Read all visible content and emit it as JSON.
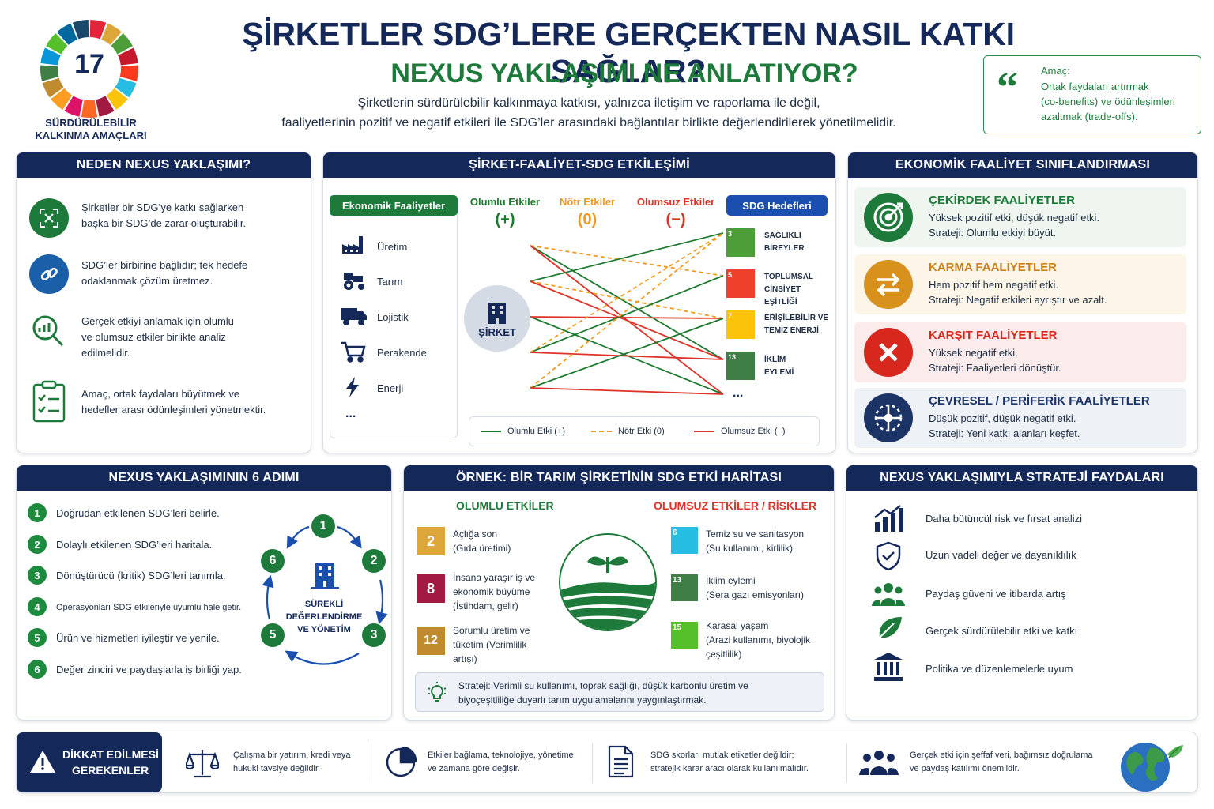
{
  "logo": {
    "number": "17",
    "line1": "SÜRDÜRÜLEBİLİR",
    "line2": "KALKINMA AMAÇLARI"
  },
  "title": "ŞİRKETLER SDG’LERE GERÇEKTEN NASIL KATKI SAĞLAR?",
  "subtitle": "NEXUS YAKLAŞIMI NE ANLATIYOR?",
  "intro": {
    "line1": "Şirketlerin sürdürülebilir kalkınmaya katkısı, yalnızca iletişim ve raporlama ile değil,",
    "line2": "faaliyetlerinin pozitif ve negatif etkileri ile SDG’ler arasındaki bağlantılar birlikte değerlendirilerek yönetilmelidir."
  },
  "goal_box": {
    "title": "Amaç:",
    "line1": "Ortak faydaları artırmak",
    "line2": "(co-benefits) ve ödünleşimleri",
    "line3": "azaltmak (trade-offs)."
  },
  "why": {
    "header": "NEDEN NEXUS YAKLAŞIMI?",
    "items": [
      {
        "icon": "focus-icon",
        "l1": "Şirketler bir SDG’ye katkı sağlarken",
        "l2": "başka bir SDG’de zarar oluşturabilir.",
        "l3": ""
      },
      {
        "icon": "link-icon",
        "l1": "SDG’ler birbirine bağlıdır; tek hedefe",
        "l2": "odaklanmak çözüm üretmez.",
        "l3": ""
      },
      {
        "icon": "analysis-icon",
        "l1": "Gerçek etkiyi anlamak için olumlu",
        "l2": "ve olumsuz etkiler birlikte analiz",
        "l3": "edilmelidir."
      },
      {
        "icon": "clipboard-icon",
        "l1": "Amaç, ortak faydaları büyütmek ve",
        "l2": "hedefler arası ödünleşimleri yönetmektir.",
        "l3": ""
      }
    ]
  },
  "interaction": {
    "header": "ŞİRKET-FAALİYET-SDG ETKİLEŞİMİ",
    "activities_title": "Ekonomik Faaliyetler",
    "activities": [
      "Üretim",
      "Tarım",
      "Lojistik",
      "Perakende",
      "Enerji",
      "..."
    ],
    "positive": "Olumlu Etkiler",
    "positive_sym": "(+)",
    "neutral": "Nötr Etkiler",
    "neutral_sym": "(0)",
    "negative": "Olumsuz Etkiler",
    "negative_sym": "(−)",
    "company": "ŞİRKET",
    "sdg_title": "SDG Hedefleri",
    "sdgs": [
      {
        "l1": "SAĞLIKLI",
        "l2": "BİREYLER",
        "num": "3",
        "color": "#4c9f38"
      },
      {
        "l1": "TOPLUMSAL",
        "l2": "CİNSİYET EŞİTLİĞİ",
        "num": "5",
        "color": "#ef402b"
      },
      {
        "l1": "ERİŞİLEBİLİR VE",
        "l2": "TEMİZ ENERJİ",
        "num": "7",
        "color": "#fcc30b"
      },
      {
        "l1": "İKLİM",
        "l2": "EYLEMİ",
        "num": "13",
        "color": "#3f7e44"
      }
    ],
    "sdg_more": "...",
    "legend": {
      "pos": "Olumlu Etki (+)",
      "neu": "Nötr Etki (0)",
      "neg": "Olumsuz Etki (−)"
    },
    "colors": {
      "pos": "#1e7a2e",
      "neu": "#f39a1e",
      "neg": "#e03226"
    }
  },
  "classification": {
    "header": "EKONOMİK FAALİYET SINIFLANDIRMASI",
    "items": [
      {
        "title": "ÇEKİRDEK FAALİYETLER",
        "d1": "Yüksek pozitif etki, düşük negatif etki.",
        "d2": "Strateji: Olumlu etkiyi büyüt.",
        "icon": "target-icon",
        "color": "#1e7a3a",
        "bg": "#eef6ef"
      },
      {
        "title": "KARMA FAALİYETLER",
        "d1": "Hem pozitif hem negatif etki.",
        "d2": "Strateji: Negatif etkileri ayrıştır ve azalt.",
        "icon": "exchange-icon",
        "color": "#d8911d",
        "bg": "#fdf6e8"
      },
      {
        "title": "KARŞIT FAALİYETLER",
        "d1": "Yüksek negatif etki.",
        "d2": "Strateji: Faaliyetleri dönüştür.",
        "icon": "cross-icon",
        "color": "#d8281e",
        "bg": "#fbeceb"
      },
      {
        "title": "ÇEVRESEL / PERİFERİK FAALİYETLER",
        "d1": "Düşük pozitif, düşük negatif etki.",
        "d2": "Strateji: Yeni katkı alanları keşfet.",
        "icon": "network-icon",
        "color": "#1c3366",
        "bg": "#eef1f6"
      }
    ]
  },
  "steps": {
    "header": "NEXUS YAKLAŞIMININ 6 ADIMI",
    "items": [
      "Doğrudan etkilenen SDG’leri belirle.",
      "Dolaylı etkilenen SDG’leri haritala.",
      "Dönüştürücü (kritik) SDG’leri tanımla.",
      "Operasyonları SDG etkileriyle uyumlu hale getir.",
      "Ürün ve hizmetleri iyileştir ve yenile.",
      "Değer zinciri ve paydaşlarla iş birliği yap."
    ],
    "numbers": [
      "1",
      "2",
      "3",
      "4",
      "5",
      "6"
    ],
    "cycle_l1": "SÜREKLİ",
    "cycle_l2": "DEĞERLENDİRME",
    "cycle_l3": "VE YÖNETİM"
  },
  "example": {
    "header": "ÖRNEK: BİR TARIM ŞİRKETİNİN SDG ETKİ HARİTASI",
    "pos_title": "OLUMLU ETKİLER",
    "neg_title": "OLUMSUZ ETKİLER / RİSKLER",
    "positives": [
      {
        "num": "2",
        "color": "#dda63a",
        "l1": "Açlığa son",
        "l2": "(Gıda üretimi)",
        "l3": ""
      },
      {
        "num": "8",
        "color": "#a21942",
        "l1": "İnsana yaraşır iş ve",
        "l2": "ekonomik büyüme",
        "l3": "(İstihdam, gelir)"
      },
      {
        "num": "12",
        "color": "#bf8b2e",
        "l1": "Sorumlu üretim ve",
        "l2": "tüketim (Verimlilik",
        "l3": "artışı)"
      }
    ],
    "negatives": [
      {
        "num": "6",
        "color": "#26bde2",
        "l1": "Temiz su ve sanitasyon",
        "l2": "(Su kullanımı, kirlilik)",
        "l3": ""
      },
      {
        "num": "13",
        "color": "#3f7e44",
        "l1": "İklim eylemi",
        "l2": "(Sera gazı emisyonları)",
        "l3": ""
      },
      {
        "num": "15",
        "color": "#56c02b",
        "l1": "Karasal yaşam",
        "l2": "(Arazi kullanımı, biyolojik",
        "l3": "çeşitlilik)"
      }
    ],
    "strategy_l1": "Strateji: Verimli su kullanımı, toprak sağlığı, düşük karbonlu üretim ve",
    "strategy_l2": "biyoçeşitliliğe duyarlı tarım uygulamalarını yaygınlaştırmak."
  },
  "benefits": {
    "header": "NEXUS YAKLAŞIMIYLA STRATEJİ FAYDALARI",
    "items": [
      {
        "icon": "growth-chart-icon",
        "text": "Daha bütüncül risk ve fırsat analizi"
      },
      {
        "icon": "shield-icon",
        "text": "Uzun vadeli değer ve dayanıklılık"
      },
      {
        "icon": "people-icon",
        "text": "Paydaş güveni ve itibarda artış"
      },
      {
        "icon": "leaf-icon",
        "text": "Gerçek sürdürülebilir etki ve katkı"
      },
      {
        "icon": "institution-icon",
        "text": "Politika ve düzenlemelerle uyum"
      }
    ]
  },
  "attention": {
    "l1": "DİKKAT EDİLMESİ",
    "l2": "GEREKENLER",
    "items": [
      {
        "icon": "scale-icon",
        "l1": "Çalışma bir yatırım, kredi veya",
        "l2": "hukuki tavsiye değildir."
      },
      {
        "icon": "pie-icon",
        "l1": "Etkiler bağlama, teknolojiye, yönetime",
        "l2": "ve zamana göre değişir."
      },
      {
        "icon": "document-icon",
        "l1": "SDG skorları mutlak etiketler değildir;",
        "l2": "stratejik karar aracı olarak kullanılmalıdır."
      },
      {
        "icon": "group-icon",
        "l1": "Gerçek etki için şeffaf veri, bağımsız doğrulama",
        "l2": "ve paydaş katılımı önemlidir."
      }
    ]
  }
}
